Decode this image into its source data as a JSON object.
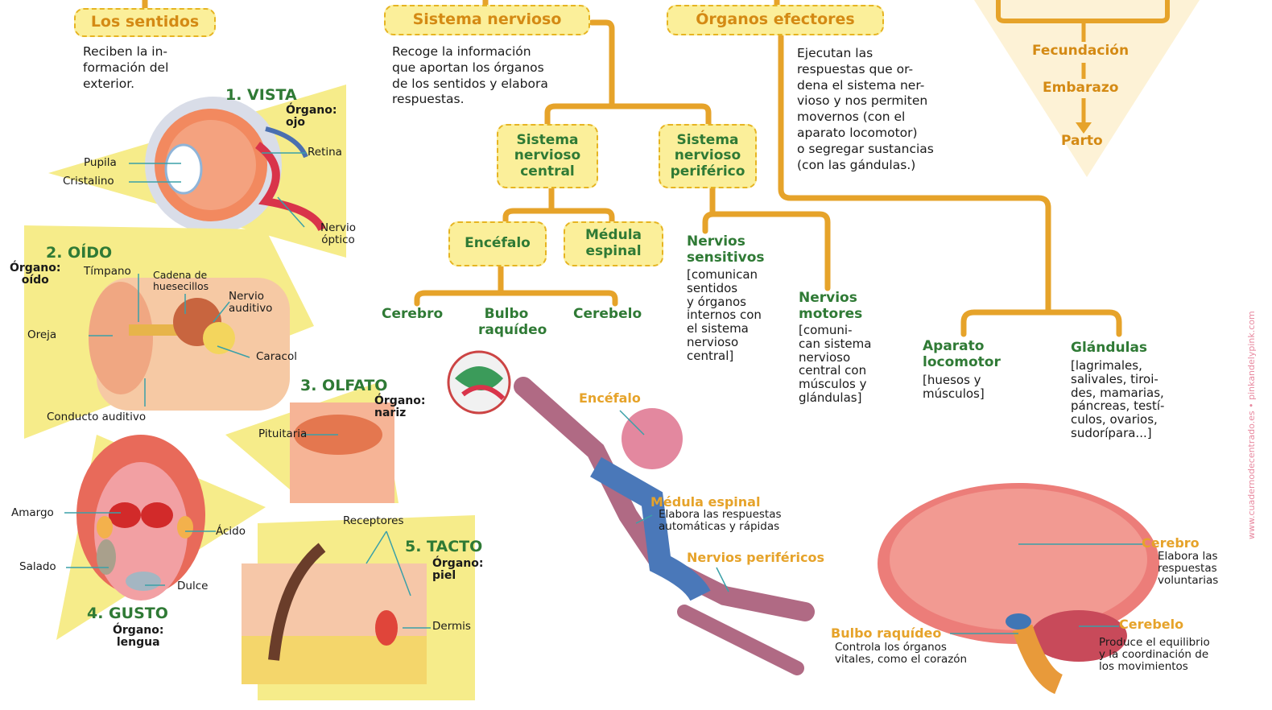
{
  "main": {
    "sentidos": {
      "title": "Los sentidos",
      "desc": "Reciben la in-\nformación del\nexterior."
    },
    "nervioso": {
      "title": "Sistema nervioso",
      "desc": "Recoge la información\nque aportan los órganos\nde los sentidos y elabora\nrespuestas."
    },
    "efectores": {
      "title": "Órganos efectores",
      "desc": "Ejecutan las\nrespuestas que or-\ndena el sistema ner-\nvioso y nos permiten\nmovernos (con el\naparato locomotor)\no segregar sustancias\n(con las gándulas.)"
    }
  },
  "repro": {
    "steps": [
      "Fecundación",
      "Embarazo",
      "Parto"
    ]
  },
  "snc": {
    "central": "Sistema\nnervioso\ncentral",
    "periferico": "Sistema\nnervioso\nperiférico",
    "encefalo": "Encéfalo",
    "medula": "Médula\nespinal",
    "cerebro": "Cerebro",
    "bulbo": "Bulbo\nraquídeo",
    "cerebelo": "Cerebelo"
  },
  "nervios": {
    "sensitivos": {
      "title": "Nervios\nsensitivos",
      "desc": "[comunican\nsentidos\ny órganos\ninternos con\nel sistema\nnervioso\ncentral]"
    },
    "motores": {
      "title": "Nervios\nmotores",
      "desc": "[comuni-\ncan sistema\nnervioso\ncentral con\nmúsculos y\nglándulas]"
    }
  },
  "efectores_sub": {
    "aparato": {
      "title": "Aparato\nlocomotor",
      "desc": "[huesos y\nmúsculos]"
    },
    "glandulas": {
      "title": "Glándulas",
      "desc": "[lagrimales,\nsalivales, tiroi-\ndes, mamarias,\npáncreas, testí-\nculos, ovarios,\nsudorípara...]"
    }
  },
  "senses": {
    "vista": {
      "title": "1. VISTA",
      "organ": "Órgano:\nojo",
      "labels": {
        "pupila": "Pupila",
        "cristalino": "Cristalino",
        "retina": "Retina",
        "nervio": "Nervio\nóptico"
      }
    },
    "oido": {
      "title": "2. OÍDO",
      "organ": "Órgano:\noído",
      "labels": {
        "timpano": "Tímpano",
        "cadena": "Cadena de\nhuesecillos",
        "nervio": "Nervio\nauditivo",
        "oreja": "Oreja",
        "caracol": "Caracol",
        "conducto": "Conducto auditivo"
      }
    },
    "olfato": {
      "title": "3. OLFATO",
      "organ": "Órgano:\nnariz",
      "labels": {
        "pituitaria": "Pituitaria"
      }
    },
    "gusto": {
      "title": "4. GUSTO",
      "organ": "Órgano:\nlengua",
      "labels": {
        "amargo": "Amargo",
        "acido": "Ácido",
        "salado": "Salado",
        "dulce": "Dulce"
      }
    },
    "tacto": {
      "title": "5. TACTO",
      "organ": "Órgano:\npiel",
      "labels": {
        "receptores": "Receptores",
        "dermis": "Dermis"
      }
    }
  },
  "figure": {
    "encefalo": "Encéfalo",
    "medula": {
      "title": "Médula espinal",
      "desc": "Elabora las respuestas\nautomáticas y rápidas"
    },
    "perifericos": "Nervios periféricos"
  },
  "brain": {
    "cerebro": {
      "title": "Cerebro",
      "desc": "Elabora las\nrespuestas\nvoluntarias"
    },
    "cerebelo": {
      "title": "Cerebelo",
      "desc": "Produce el equilibrio\ny la coordinación de\nlos movimientos"
    },
    "bulbo": {
      "title": "Bulbo raquídeo",
      "desc": "Controla los órganos\nvitales, como el corazón"
    }
  },
  "colors": {
    "line": "#e6a32a",
    "pill_bg": "#fbef9a",
    "title_green": "#2f7a35",
    "title_orange": "#d48a14",
    "triangle": "#f6ec8a"
  },
  "credit": "www.cuadernodecentrado.es • pinkandelypink.com"
}
